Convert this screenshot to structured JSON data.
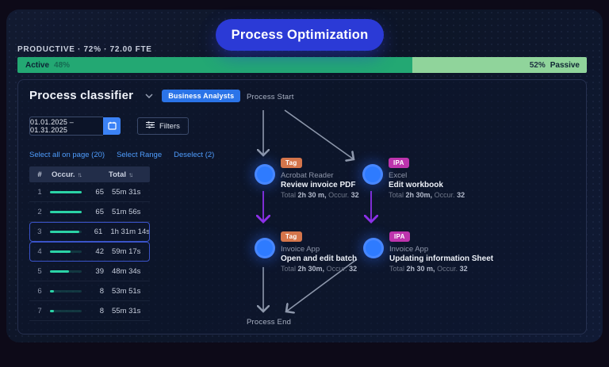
{
  "header": {
    "title": "Process Optimization"
  },
  "metrics": {
    "productive_line": "PRODUCTIVE · 72% · 72.00 FTE"
  },
  "activity_bar": {
    "active_label": "Active",
    "active_value": "48%",
    "passive_value": "52%",
    "passive_label": "Passive",
    "active_width": "68%",
    "active_color": "#23a873",
    "passive_color": "#90d49b"
  },
  "classifier": {
    "title": "Process classifier",
    "group_chip": "Business Analysts",
    "date_range": "01.01.2025 – 01.31.2025",
    "filters_label": "Filters",
    "links": {
      "select_all": "Select all on page (20)",
      "select_range": "Select Range",
      "deselect": "Deselect (2)"
    },
    "table": {
      "columns": [
        "#",
        "Occur.",
        "Total"
      ],
      "sort_icon": "↑↓",
      "rows": [
        {
          "num": "1",
          "occur": "65",
          "total": "55m 31s",
          "bar_width": "100%",
          "selected": false
        },
        {
          "num": "2",
          "occur": "65",
          "total": "51m 56s",
          "bar_width": "100%",
          "selected": false
        },
        {
          "num": "3",
          "occur": "61",
          "total": "1h 31m 14s",
          "bar_width": "94%",
          "selected": true
        },
        {
          "num": "4",
          "occur": "42",
          "total": "59m 17s",
          "bar_width": "65%",
          "selected": true
        },
        {
          "num": "5",
          "occur": "39",
          "total": "48m 34s",
          "bar_width": "60%",
          "selected": false
        },
        {
          "num": "6",
          "occur": "8",
          "total": "53m 51s",
          "bar_width": "12%",
          "selected": false
        },
        {
          "num": "7",
          "occur": "8",
          "total": "55m 31s",
          "bar_width": "12%",
          "selected": false
        }
      ]
    }
  },
  "flow": {
    "start_label": "Process Start",
    "end_label": "Process End",
    "nodes": [
      {
        "badge": "Tag",
        "badge_color": "#d4754b",
        "app": "Acrobat Reader",
        "action": "Review invoice PDF",
        "total_label": "Total",
        "total_value": "2h 30 m,",
        "occur_label": "Occur.",
        "occur_value": "32"
      },
      {
        "badge": "IPA",
        "badge_color": "#bd34ad",
        "app": "Excel",
        "action": "Edit workbook",
        "total_label": "Total",
        "total_value": "2h 30m,",
        "occur_label": "Occur.",
        "occur_value": "32"
      },
      {
        "badge": "Tag",
        "badge_color": "#d4754b",
        "app": "Invoice App",
        "action": "Open and edit batch",
        "total_label": "Total",
        "total_value": "2h 30m,",
        "occur_label": "Occur.",
        "occur_value": "32"
      },
      {
        "badge": "IPA",
        "badge_color": "#bd34ad",
        "app": "Invoice App",
        "action": "Updating information Sheet",
        "total_label": "Total",
        "total_value": "2h 30 m,",
        "occur_label": "Occur.",
        "occur_value": "32"
      }
    ]
  }
}
